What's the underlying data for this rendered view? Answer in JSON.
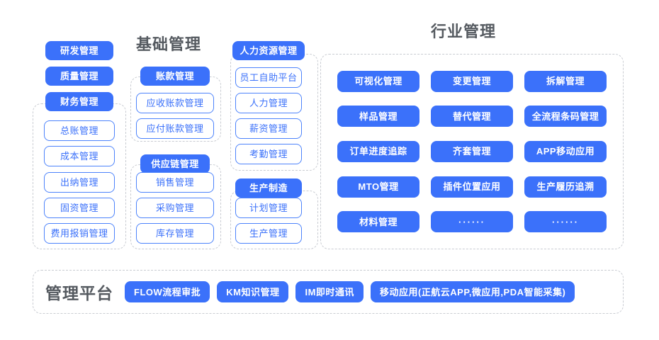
{
  "headings": {
    "base": "基础管理",
    "industry": "行业管理",
    "platform": "管理平台"
  },
  "left_column": {
    "top_buttons": [
      {
        "label": "研发管理"
      },
      {
        "label": "质量管理"
      },
      {
        "label": "财务管理"
      }
    ],
    "finance_children": [
      {
        "label": "总账管理"
      },
      {
        "label": "成本管理"
      },
      {
        "label": "出纳管理"
      },
      {
        "label": "固资管理"
      },
      {
        "label": "费用报销管理"
      }
    ]
  },
  "base_column": {
    "groups": [
      {
        "header": "账款管理",
        "children": [
          {
            "label": "应收账款管理"
          },
          {
            "label": "应付账款管理"
          }
        ]
      },
      {
        "header": "供应链管理",
        "children": [
          {
            "label": "销售管理"
          },
          {
            "label": "采购管理"
          },
          {
            "label": "库存管理"
          }
        ]
      }
    ]
  },
  "hr_column": {
    "groups": [
      {
        "header": "人力资源管理",
        "children": [
          {
            "label": "员工自助平台"
          },
          {
            "label": "人力管理"
          },
          {
            "label": "薪资管理"
          },
          {
            "label": "考勤管理"
          }
        ]
      },
      {
        "header": "生产制造",
        "children": [
          {
            "label": "计划管理"
          },
          {
            "label": "生产管理"
          }
        ]
      }
    ]
  },
  "industry": {
    "items": [
      {
        "label": "可视化管理"
      },
      {
        "label": "变更管理"
      },
      {
        "label": "拆解管理"
      },
      {
        "label": "样品管理"
      },
      {
        "label": "替代管理"
      },
      {
        "label": "全流程条码管理"
      },
      {
        "label": "订单进度追踪"
      },
      {
        "label": "齐套管理"
      },
      {
        "label": "APP移动应用"
      },
      {
        "label": "MTO管理"
      },
      {
        "label": "插件位置应用"
      },
      {
        "label": "生产履历追溯"
      },
      {
        "label": "材料管理"
      },
      {
        "label": "······"
      },
      {
        "label": "······"
      }
    ]
  },
  "platform": {
    "items": [
      {
        "label": "FLOW流程审批"
      },
      {
        "label": "KM知识管理"
      },
      {
        "label": "IM即时通讯"
      },
      {
        "label": "移动应用(正航云APP,微应用,PDA智能采集)"
      }
    ]
  },
  "colors": {
    "accent": "#3b71fa",
    "outline_border": "#4d83fb",
    "dashed_border": "#c9ccd2",
    "heading_text": "#555a60",
    "background": "#ffffff"
  }
}
